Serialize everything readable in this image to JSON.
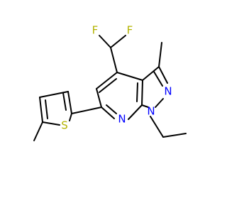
{
  "molecule": {
    "atoms": {
      "f1": {
        "label": "F",
        "color": "#b3b300"
      },
      "f2": {
        "label": "F",
        "color": "#b3b300"
      },
      "n_pyrazole": {
        "label": "N",
        "color": "#0000ff"
      },
      "n_pyridine": {
        "label": "N",
        "color": "#0000ff"
      },
      "n_ethyl": {
        "label": "N",
        "color": "#0000ff"
      },
      "s_thiophene": {
        "label": "S",
        "color": "#b3b300"
      }
    },
    "bond_color": "#000000"
  }
}
